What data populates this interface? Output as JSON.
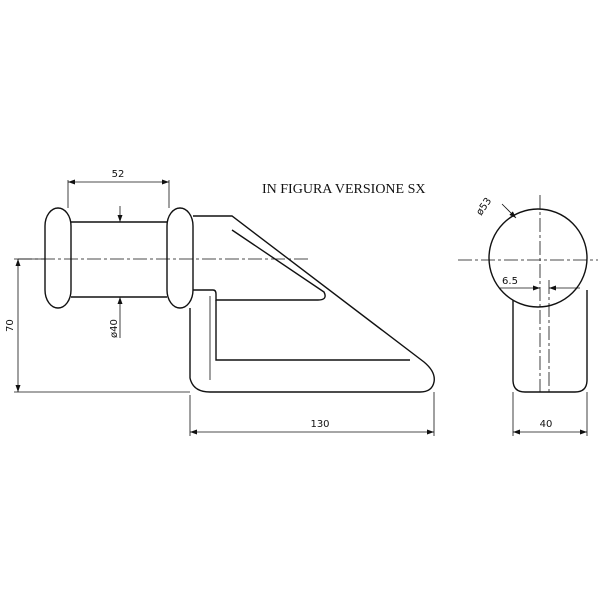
{
  "drawing": {
    "title": "IN FIGURA VERSIONE SX",
    "dimensions": {
      "width_top": "52",
      "diameter_body": "ø40",
      "height": "70",
      "length": "130",
      "diameter_end": "ø53",
      "offset": "6.5",
      "width_side": "40"
    }
  }
}
